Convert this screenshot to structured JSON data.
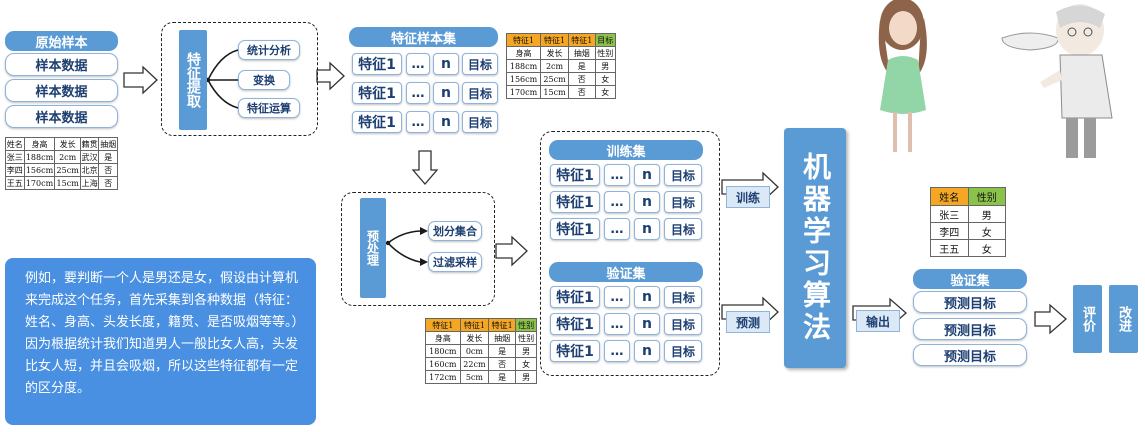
{
  "raw": {
    "header": "原始样本",
    "items": [
      "样本数据",
      "样本数据",
      "样本数据"
    ],
    "table": [
      [
        "姓名",
        "身高",
        "发长",
        "籍贯",
        "抽烟"
      ],
      [
        "张三",
        "188cm",
        "2cm",
        "武汉",
        "是"
      ],
      [
        "李四",
        "156cm",
        "25cm",
        "北京",
        "否"
      ],
      [
        "王五",
        "170cm",
        "15cm",
        "上海",
        "否"
      ]
    ]
  },
  "extract": {
    "title": "特征提取",
    "nodes": [
      "统计分析",
      "变换",
      "特征运算"
    ]
  },
  "feature_set": {
    "header": "特征样本集",
    "row": {
      "feature": "特征1",
      "dots": "…",
      "n": "n",
      "target": "目标"
    },
    "table": [
      [
        "特征1",
        "特征1",
        "特征1",
        "目标"
      ],
      [
        "身高",
        "发长",
        "抽烟",
        "性别"
      ],
      [
        "188cm",
        "2cm",
        "是",
        "男"
      ],
      [
        "156cm",
        "25cm",
        "否",
        "女"
      ],
      [
        "170cm",
        "15cm",
        "否",
        "女"
      ]
    ]
  },
  "preprocess": {
    "title": "预处理",
    "nodes": [
      "划分集合",
      "过滤采样"
    ]
  },
  "train_set": {
    "header": "训练集"
  },
  "valid_set": {
    "header": "验证集",
    "table": [
      [
        "特征1",
        "特征1",
        "特征1",
        "性别"
      ],
      [
        "身高",
        "发长",
        "抽烟",
        "性别"
      ],
      [
        "180cm",
        "0cm",
        "是",
        "男"
      ],
      [
        "160cm",
        "22cm",
        "否",
        "女"
      ],
      [
        "172cm",
        "5cm",
        "是",
        "男"
      ]
    ]
  },
  "labels": {
    "train": "训练",
    "predict": "预测",
    "output": "输出"
  },
  "algorithm": "机器学习算法",
  "result": {
    "table": [
      [
        "姓名",
        "性别"
      ],
      [
        "张三",
        "男"
      ],
      [
        "李四",
        "女"
      ],
      [
        "王五",
        "女"
      ]
    ],
    "header": "验证集",
    "items": [
      "预测目标",
      "预测目标",
      "预测目标"
    ]
  },
  "evaluate": "评价",
  "improve": "改进",
  "note": "例如，要判断一个人是男还是女，假设由计算机来完成这个任务，首先采集到各种数据（特征：姓名、身高、头发长度，籍贯、是否吸烟等等。）因为根据统计我们知道男人一般比女人高，头发比女人短，并且会吸烟，所以这些特征都有一定的区分度。"
}
